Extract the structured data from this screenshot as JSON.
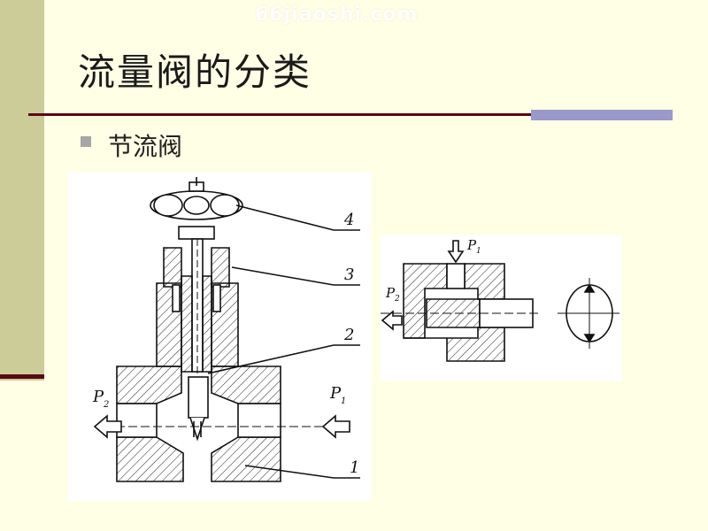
{
  "slide": {
    "watermark": "66jiaoshi.com",
    "title": "流量阀的分类",
    "bullet": "节流阀"
  },
  "figure_main": {
    "callouts": [
      "4",
      "3",
      "2",
      "1"
    ],
    "port_left": "P",
    "port_left_sub": "2",
    "port_right": "P",
    "port_right_sub": "1"
  },
  "figure_detail": {
    "port_top": "P",
    "port_top_sub": "1",
    "port_left": "P",
    "port_left_sub": "2"
  },
  "colors": {
    "background": "#FFFFE5",
    "left_band": "#CCCC99",
    "rule": "#5A0A14",
    "rule_accent": "#9999CC",
    "bullet": "#A6A6A6"
  }
}
